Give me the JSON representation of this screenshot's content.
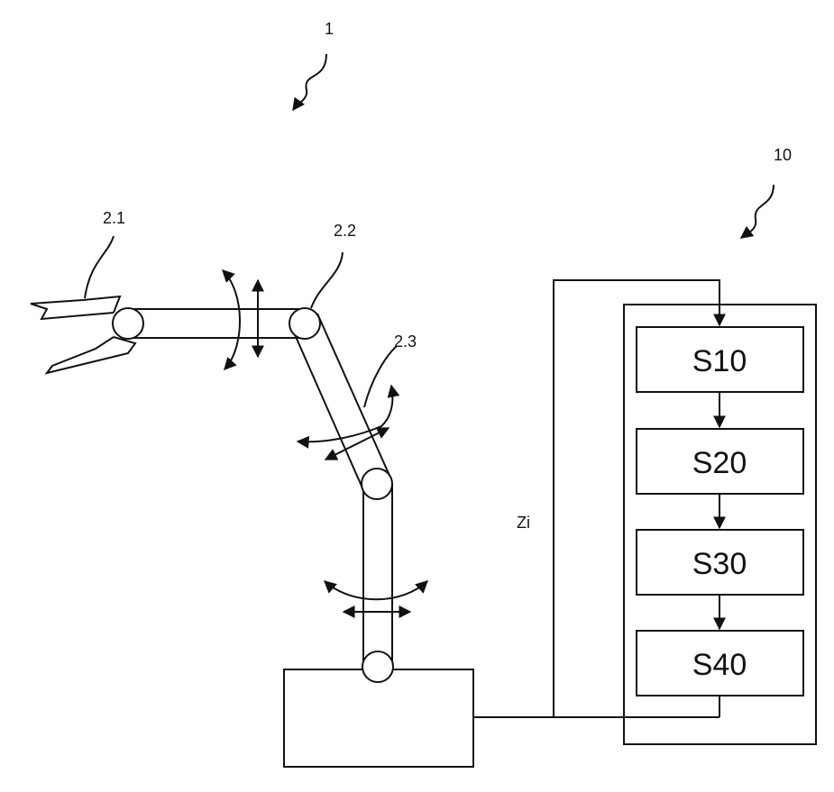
{
  "labels": {
    "system": "1",
    "controller": "10",
    "gripper": "2.1",
    "joint_upper": "2.2",
    "joint_mid": "2.3",
    "signal": "Zi"
  },
  "steps": [
    "S10",
    "S20",
    "S30",
    "S40"
  ],
  "colors": {
    "line": "#111111",
    "background": "#ffffff"
  }
}
